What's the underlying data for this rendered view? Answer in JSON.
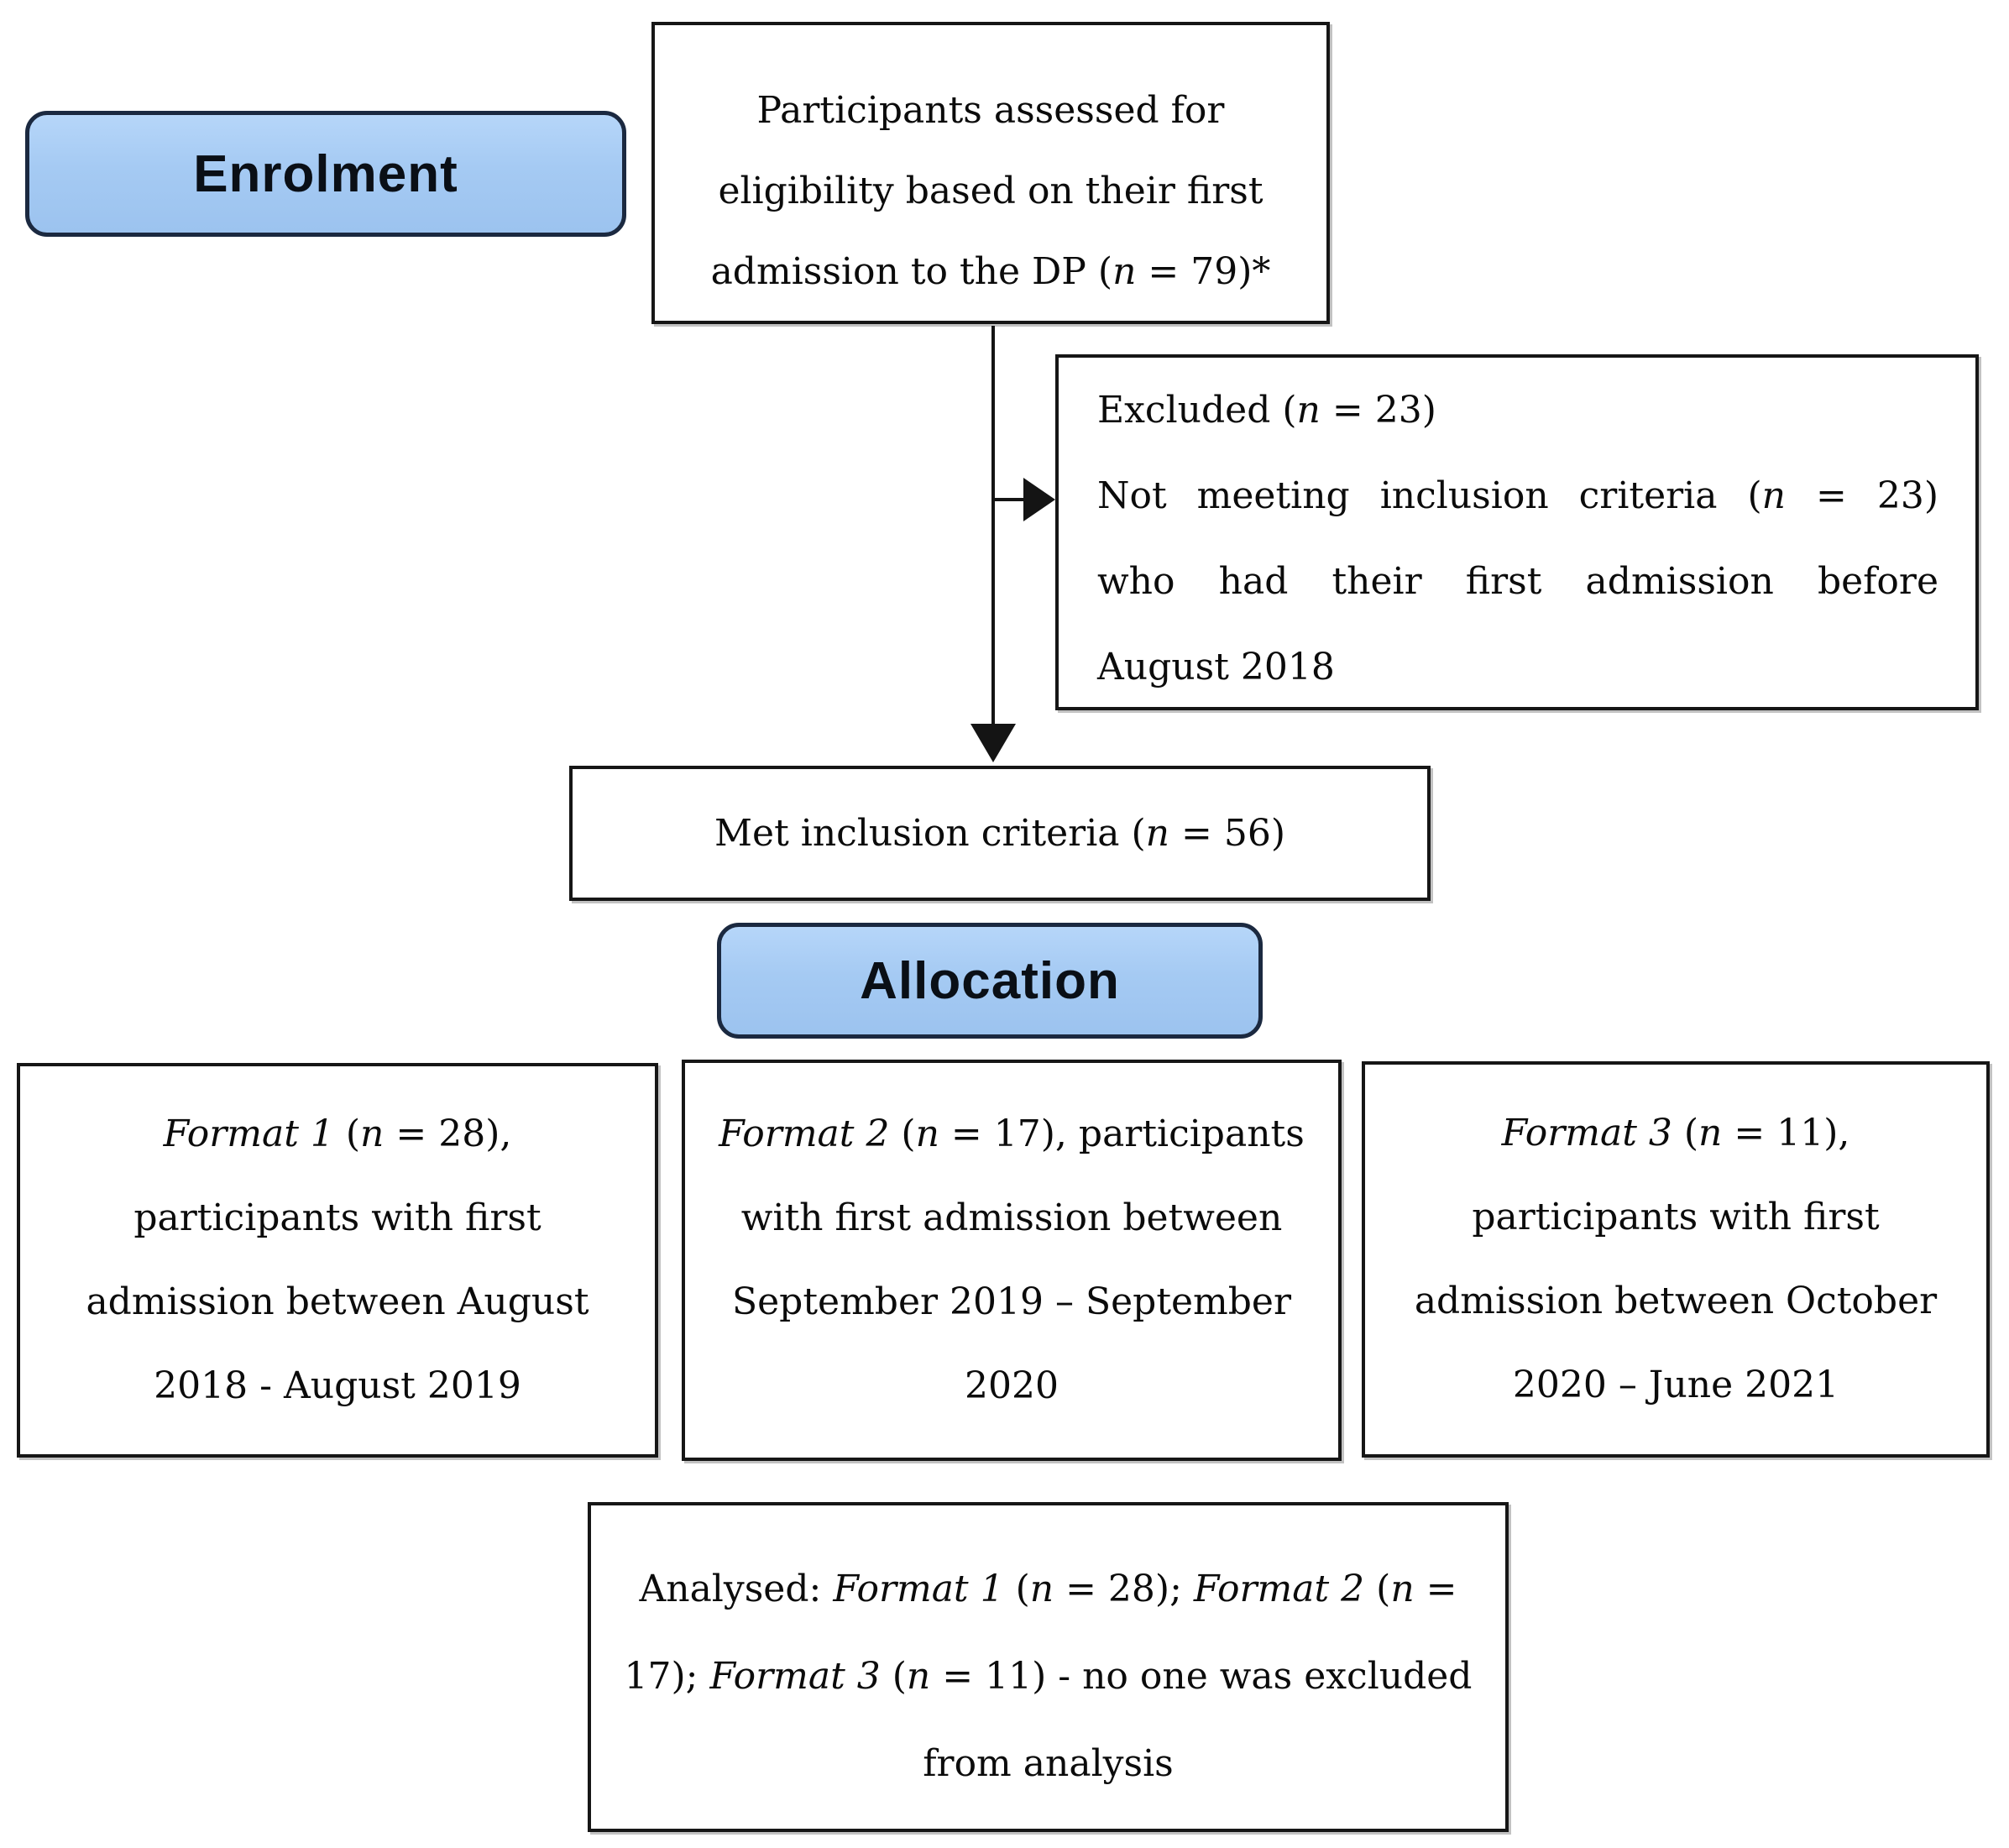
{
  "headers": {
    "enrolment": "Enrolment",
    "allocation": "Allocation"
  },
  "colors": {
    "header_fill": "#a5caf3",
    "header_border": "#1b2940",
    "box_border": "#161616",
    "text": "#0b0b0b",
    "background": "#ffffff",
    "arrow": "#141414"
  },
  "boxes": {
    "assessed": {
      "lines": [
        {
          "s": [
            {
              "t": "Participants assessed for"
            }
          ]
        },
        {
          "s": [
            {
              "t": "eligibility based on their first"
            }
          ]
        },
        {
          "s": [
            {
              "t": "admission to the DP ("
            },
            {
              "t": "n",
              "i": true
            },
            {
              "t": " = 79)*"
            }
          ]
        }
      ]
    },
    "excluded": {
      "lines": [
        {
          "s": [
            {
              "t": "Excluded ("
            },
            {
              "t": "n",
              "i": true
            },
            {
              "t": " = 23)"
            }
          ]
        },
        {
          "j": true,
          "s": [
            {
              "t": "Not meeting inclusion criteria ("
            },
            {
              "t": "n",
              "i": true
            },
            {
              "t": " = 23)"
            }
          ]
        },
        {
          "j": true,
          "s": [
            {
              "t": "who had their first admission before"
            }
          ]
        },
        {
          "s": [
            {
              "t": "August 2018"
            }
          ]
        }
      ]
    },
    "met": {
      "lines": [
        {
          "s": [
            {
              "t": "Met inclusion criteria ("
            },
            {
              "t": "n",
              "i": true
            },
            {
              "t": " = 56)"
            }
          ]
        }
      ]
    },
    "format1": {
      "lines": [
        {
          "s": [
            {
              "t": "Format 1",
              "i": true
            },
            {
              "t": " ("
            },
            {
              "t": "n",
              "i": true
            },
            {
              "t": " = 28),"
            }
          ]
        },
        {
          "s": [
            {
              "t": "participants with first"
            }
          ]
        },
        {
          "s": [
            {
              "t": "admission between August"
            }
          ]
        },
        {
          "s": [
            {
              "t": "2018 - August 2019"
            }
          ]
        }
      ]
    },
    "format2": {
      "lines": [
        {
          "s": [
            {
              "t": "Format 2",
              "i": true
            },
            {
              "t": " ("
            },
            {
              "t": "n",
              "i": true
            },
            {
              "t": " = 17), participants"
            }
          ]
        },
        {
          "s": [
            {
              "t": "with first admission between"
            }
          ]
        },
        {
          "s": [
            {
              "t": "September 2019 – September"
            }
          ]
        },
        {
          "s": [
            {
              "t": "2020"
            }
          ]
        }
      ]
    },
    "format3": {
      "lines": [
        {
          "s": [
            {
              "t": "Format 3",
              "i": true
            },
            {
              "t": " ("
            },
            {
              "t": "n",
              "i": true
            },
            {
              "t": " = 11),"
            }
          ]
        },
        {
          "s": [
            {
              "t": "participants with first"
            }
          ]
        },
        {
          "s": [
            {
              "t": "admission between October"
            }
          ]
        },
        {
          "s": [
            {
              "t": "2020 – June 2021"
            }
          ]
        }
      ]
    },
    "analysed": {
      "lines": [
        {
          "s": [
            {
              "t": "Analysed: "
            },
            {
              "t": "Format 1",
              "i": true
            },
            {
              "t": " ("
            },
            {
              "t": "n",
              "i": true
            },
            {
              "t": " = 28); "
            },
            {
              "t": "Format 2",
              "i": true
            },
            {
              "t": " ("
            },
            {
              "t": "n",
              "i": true
            },
            {
              "t": " ="
            }
          ]
        },
        {
          "s": [
            {
              "t": "17); "
            },
            {
              "t": "Format 3",
              "i": true
            },
            {
              "t": " ("
            },
            {
              "t": "n",
              "i": true
            },
            {
              "t": " = 11) - no one was excluded"
            }
          ]
        },
        {
          "s": [
            {
              "t": "from analysis"
            }
          ]
        }
      ]
    }
  }
}
